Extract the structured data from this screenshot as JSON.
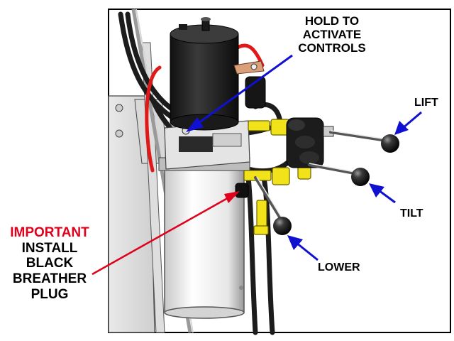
{
  "labels": {
    "hold_to_activate": [
      "HOLD TO",
      "ACTIVATE",
      "CONTROLS"
    ],
    "lift": "LIFT",
    "tilt": "TILT",
    "lower": "LOWER",
    "important": "IMPORTANT",
    "install_breather": [
      "INSTALL",
      "BLACK",
      "BREATHER",
      "PLUG"
    ]
  },
  "colors": {
    "arrow_blue": "#1010d0",
    "arrow_red": "#e0001b",
    "important_red": "#e0001b",
    "fitting_yellow": "#f2e21a",
    "hose_black": "#1c1c1c",
    "hose_red": "#e01818",
    "motor_black": "#222222",
    "tank_white": "#f4f4f4",
    "border": "#000000"
  }
}
